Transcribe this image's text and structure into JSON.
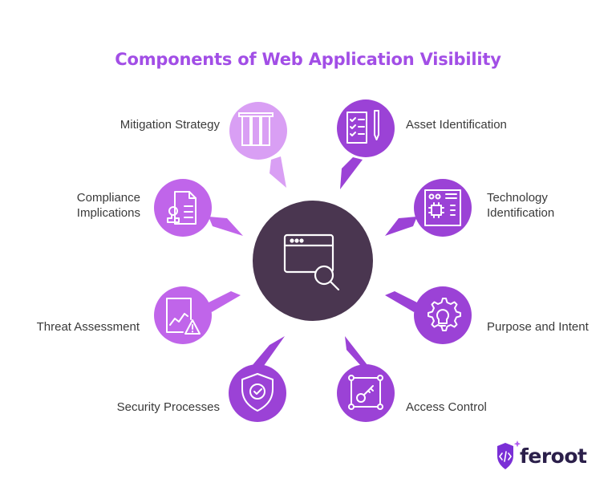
{
  "title": "Components of Web Application Visibility",
  "components": [
    {
      "label": "Mitigation Strategy",
      "icon": "columns-icon"
    },
    {
      "label": "Asset Identification",
      "icon": "checklist-pen-icon"
    },
    {
      "label": "Compliance Implications",
      "icon": "stamp-document-icon"
    },
    {
      "label": "Technology Identification",
      "icon": "circuit-panel-icon"
    },
    {
      "label": "Threat Assessment",
      "icon": "chart-warning-icon"
    },
    {
      "label": "Purpose and Intent",
      "icon": "gear-bulb-icon"
    },
    {
      "label": "Security Processes",
      "icon": "shield-check-icon"
    },
    {
      "label": "Access Control",
      "icon": "key-frame-icon"
    }
  ],
  "center_icon": "browser-search-icon",
  "brand": {
    "name": "feroot"
  },
  "colors": {
    "title": "#a24ee6",
    "center": "#4a3650",
    "light": "#d99ff4",
    "medium": "#c065ea",
    "dark": "#9b42d6",
    "text": "#3a3a3a"
  }
}
